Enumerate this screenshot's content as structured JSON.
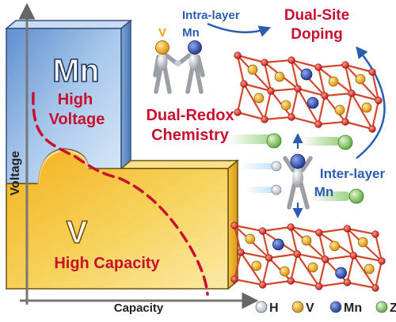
{
  "blocks": {
    "mn": {
      "symbol": "Mn",
      "line1": "High",
      "line2": "Voltage"
    },
    "v": {
      "symbol": "V",
      "label": "High Capacity"
    }
  },
  "axes": {
    "y_label": "Voltage",
    "x_label": "Capacity"
  },
  "mechanism": {
    "intra_layer_label": "Intra-layer",
    "dual_site_line1": "Dual-Site",
    "dual_site_line2": "Doping",
    "handshake_v": "V",
    "handshake_mn": "Mn",
    "dual_redox_line1": "Dual-Redox",
    "dual_redox_line2": "Chemistry",
    "inter_layer_line1": "Inter-layer",
    "inter_layer_line2": "Mn"
  },
  "legend": [
    {
      "symbol": "H",
      "color": "#dfe8f2"
    },
    {
      "symbol": "V",
      "color": "#f2b21b"
    },
    {
      "symbol": "Mn",
      "color": "#2e4fb8"
    },
    {
      "symbol": "Zn",
      "color": "#8fce6a"
    }
  ],
  "colors": {
    "mn_block": "#a9c8ec",
    "v_block": "#f7d35c",
    "accent_red": "#c8102e",
    "accent_blue": "#2a5db0",
    "oxygen": "#e1342b",
    "bond": "#d4472a"
  }
}
